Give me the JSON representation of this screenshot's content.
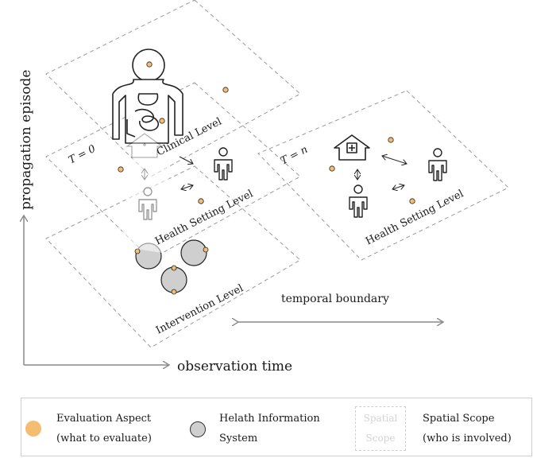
{
  "levels": {
    "clinical": "Clinical Level",
    "health_setting_t0": "Health Setting Level",
    "health_setting_tn": "Health Setting Level",
    "intervention": "Intervention Level"
  },
  "time_labels": {
    "t0": "T = 0",
    "tn": "T = n"
  },
  "axes": {
    "vertical": "propagation episode",
    "horizontal": "observation time",
    "temporal": "temporal boundary"
  },
  "legend": {
    "evaluation_line1": "Evaluation Aspect",
    "evaluation_line2": "(what to evaluate)",
    "his_line1": "Helath Information",
    "his_line2": "System",
    "scope_box_line1": "Spatial",
    "scope_box_line2": "Scope",
    "scope_line1": "Spatial Scope",
    "scope_line2": "(who is involved)"
  },
  "colors": {
    "evaluation": "#f5bd72",
    "his_fill": "#cfcfcf",
    "dashed": "#9a9a9a",
    "arrow": "#8a8a8a"
  },
  "icons": [
    "human-body-icon",
    "person-icon",
    "hospital-icon",
    "his-disc-icon"
  ]
}
